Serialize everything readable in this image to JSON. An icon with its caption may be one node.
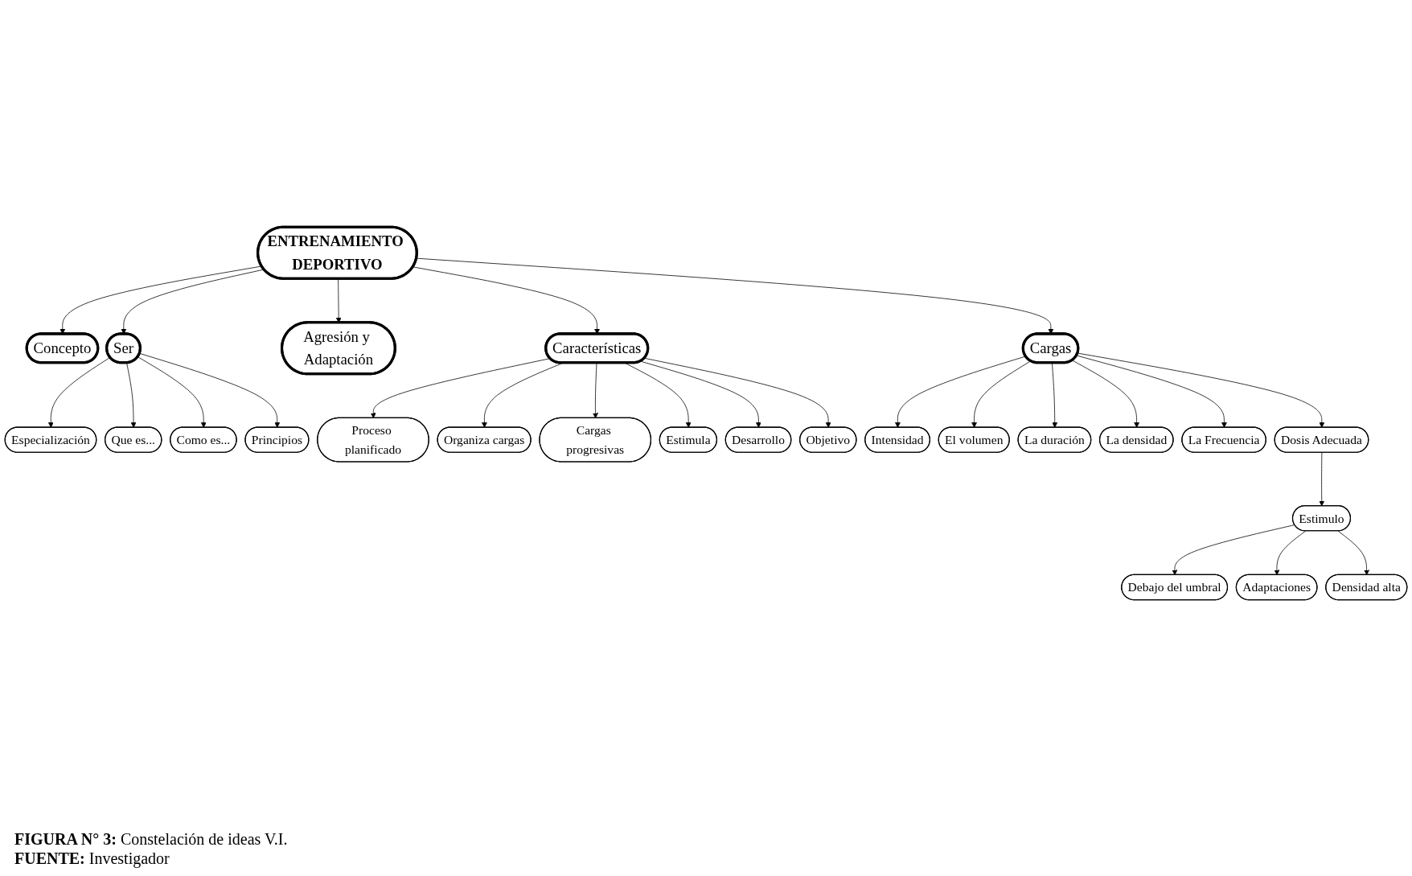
{
  "diagram": {
    "caption": "**FIGURA N° 3:** Constelación de ideas V.I.",
    "nodes": [
      {
        "text": [
          "ENTRENAMIENTO DEPORTIVO"
        ]
      },
      {
        "text": [
          "Concepto"
        ]
      },
      {
        "text": [
          "Ser"
        ]
      },
      {
        "text": [
          "Especialización"
        ]
      },
      {
        "text": [
          "Que es..."
        ]
      },
      {
        "text": [
          "Como es..."
        ]
      },
      {
        "text": [
          "Principios"
        ]
      },
      {
        "text": [
          "Agresión y Adaptación"
        ]
      },
      {
        "text": [
          "Características"
        ]
      },
      {
        "text": [
          "Proceso planificado"
        ]
      },
      {
        "text": [
          "Organiza cargas"
        ]
      },
      {
        "text": [
          "Cargas progresivas"
        ]
      },
      {
        "text": [
          "Estimula"
        ]
      },
      {
        "text": [
          "Desarrollo"
        ]
      },
      {
        "text": [
          "Objetivo"
        ]
      },
      {
        "text": [
          "Cargas"
        ]
      },
      {
        "text": [
          "Intensidad"
        ]
      },
      {
        "text": [
          "El volumen"
        ]
      },
      {
        "text": [
          "La duración"
        ]
      },
      {
        "text": [
          "La densidad"
        ]
      },
      {
        "text": [
          "La Frecuencia"
        ]
      },
      {
        "text": [
          "Dosis Adecuada"
        ]
      },
      {
        "text": [
          "Estimulo"
        ]
      },
      {
        "text": [
          "Debajo del umbral"
        ]
      },
      {
        "text": [
          "Adaptaciones"
        ]
      },
      {
        "text": [
          "Densidad alta"
        ]
      }
    ],
    "edges": [
      {
        "from": 0,
        "to": 1,
        "arrow": "to"
      },
      {
        "from": 0,
        "to": 2,
        "arrow": "to"
      },
      {
        "from": 0,
        "to": 7,
        "arrow": "to"
      },
      {
        "from": 0,
        "to": 8,
        "arrow": "to"
      },
      {
        "from": 0,
        "to": 15,
        "arrow": "to"
      },
      {
        "from": 2,
        "to": 3,
        "arrow": "to"
      },
      {
        "from": 2,
        "to": 4,
        "arrow": "to"
      },
      {
        "from": 2,
        "to": 5,
        "arrow": "to"
      },
      {
        "from": 2,
        "to": 6,
        "arrow": "to"
      },
      {
        "from": 8,
        "to": 9,
        "arrow": "to"
      },
      {
        "from": 8,
        "to": 10,
        "arrow": "to"
      },
      {
        "from": 8,
        "to": 11,
        "arrow": "to"
      },
      {
        "from": 8,
        "to": 12,
        "arrow": "to"
      },
      {
        "from": 8,
        "to": 13,
        "arrow": "to"
      },
      {
        "from": 8,
        "to": 14,
        "arrow": "to"
      },
      {
        "from": 15,
        "to": 16,
        "arrow": "to"
      },
      {
        "from": 15,
        "to": 17,
        "arrow": "to"
      },
      {
        "from": 15,
        "to": 18,
        "arrow": "to"
      },
      {
        "from": 15,
        "to": 19,
        "arrow": "to"
      },
      {
        "from": 15,
        "to": 20,
        "arrow": "to"
      },
      {
        "from": 15,
        "to": 21,
        "arrow": "to"
      },
      {
        "from": 21,
        "to": 22,
        "arrow": "to"
      },
      {
        "from": 22,
        "to": 23,
        "arrow": "to"
      },
      {
        "from": 22,
        "to": 24,
        "arrow": "to"
      },
      {
        "from": 22,
        "to": 25,
        "arrow": "to"
      }
    ],
    "labels": [
      "**FUENTE:** Investigador"
    ]
  }
}
